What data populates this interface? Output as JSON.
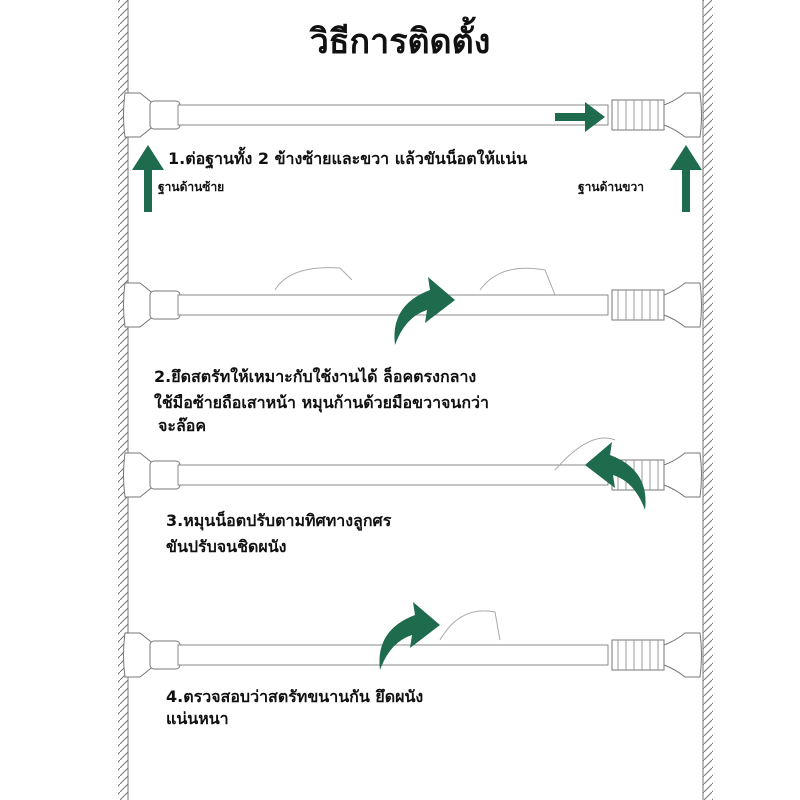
{
  "title": "วิธีการติดตั้ง",
  "steps": [
    {
      "lines": [
        "1.ต่อฐานทั้ง 2 ข้างซ้ายและขวา แล้วขันน็อตให้แน่น"
      ]
    },
    {
      "lines": [
        "2.ยึดสตรัทให้เหมาะกับใช้งานได้ ล็อคตรงกลาง",
        "ใช้มือซ้ายถือเสาหน้า หมุนก้านด้วยมือขวาจนกว่า",
        "จะล๊อค"
      ]
    },
    {
      "lines": [
        "3.หมุนน็อตปรับตามทิศทางลูกศร",
        "ขันปรับจนชิดผนัง"
      ]
    },
    {
      "lines": [
        "4.ตรวจสอบว่าสตรัทขนานกัน ยึดผนัง",
        "แน่นหนา"
      ]
    }
  ],
  "labels": {
    "left_base": "ฐานด้านซ้าย",
    "right_base": "ฐานด้านขวา"
  },
  "colors": {
    "arrow": "#1f6b4e",
    "line": "#888888"
  }
}
